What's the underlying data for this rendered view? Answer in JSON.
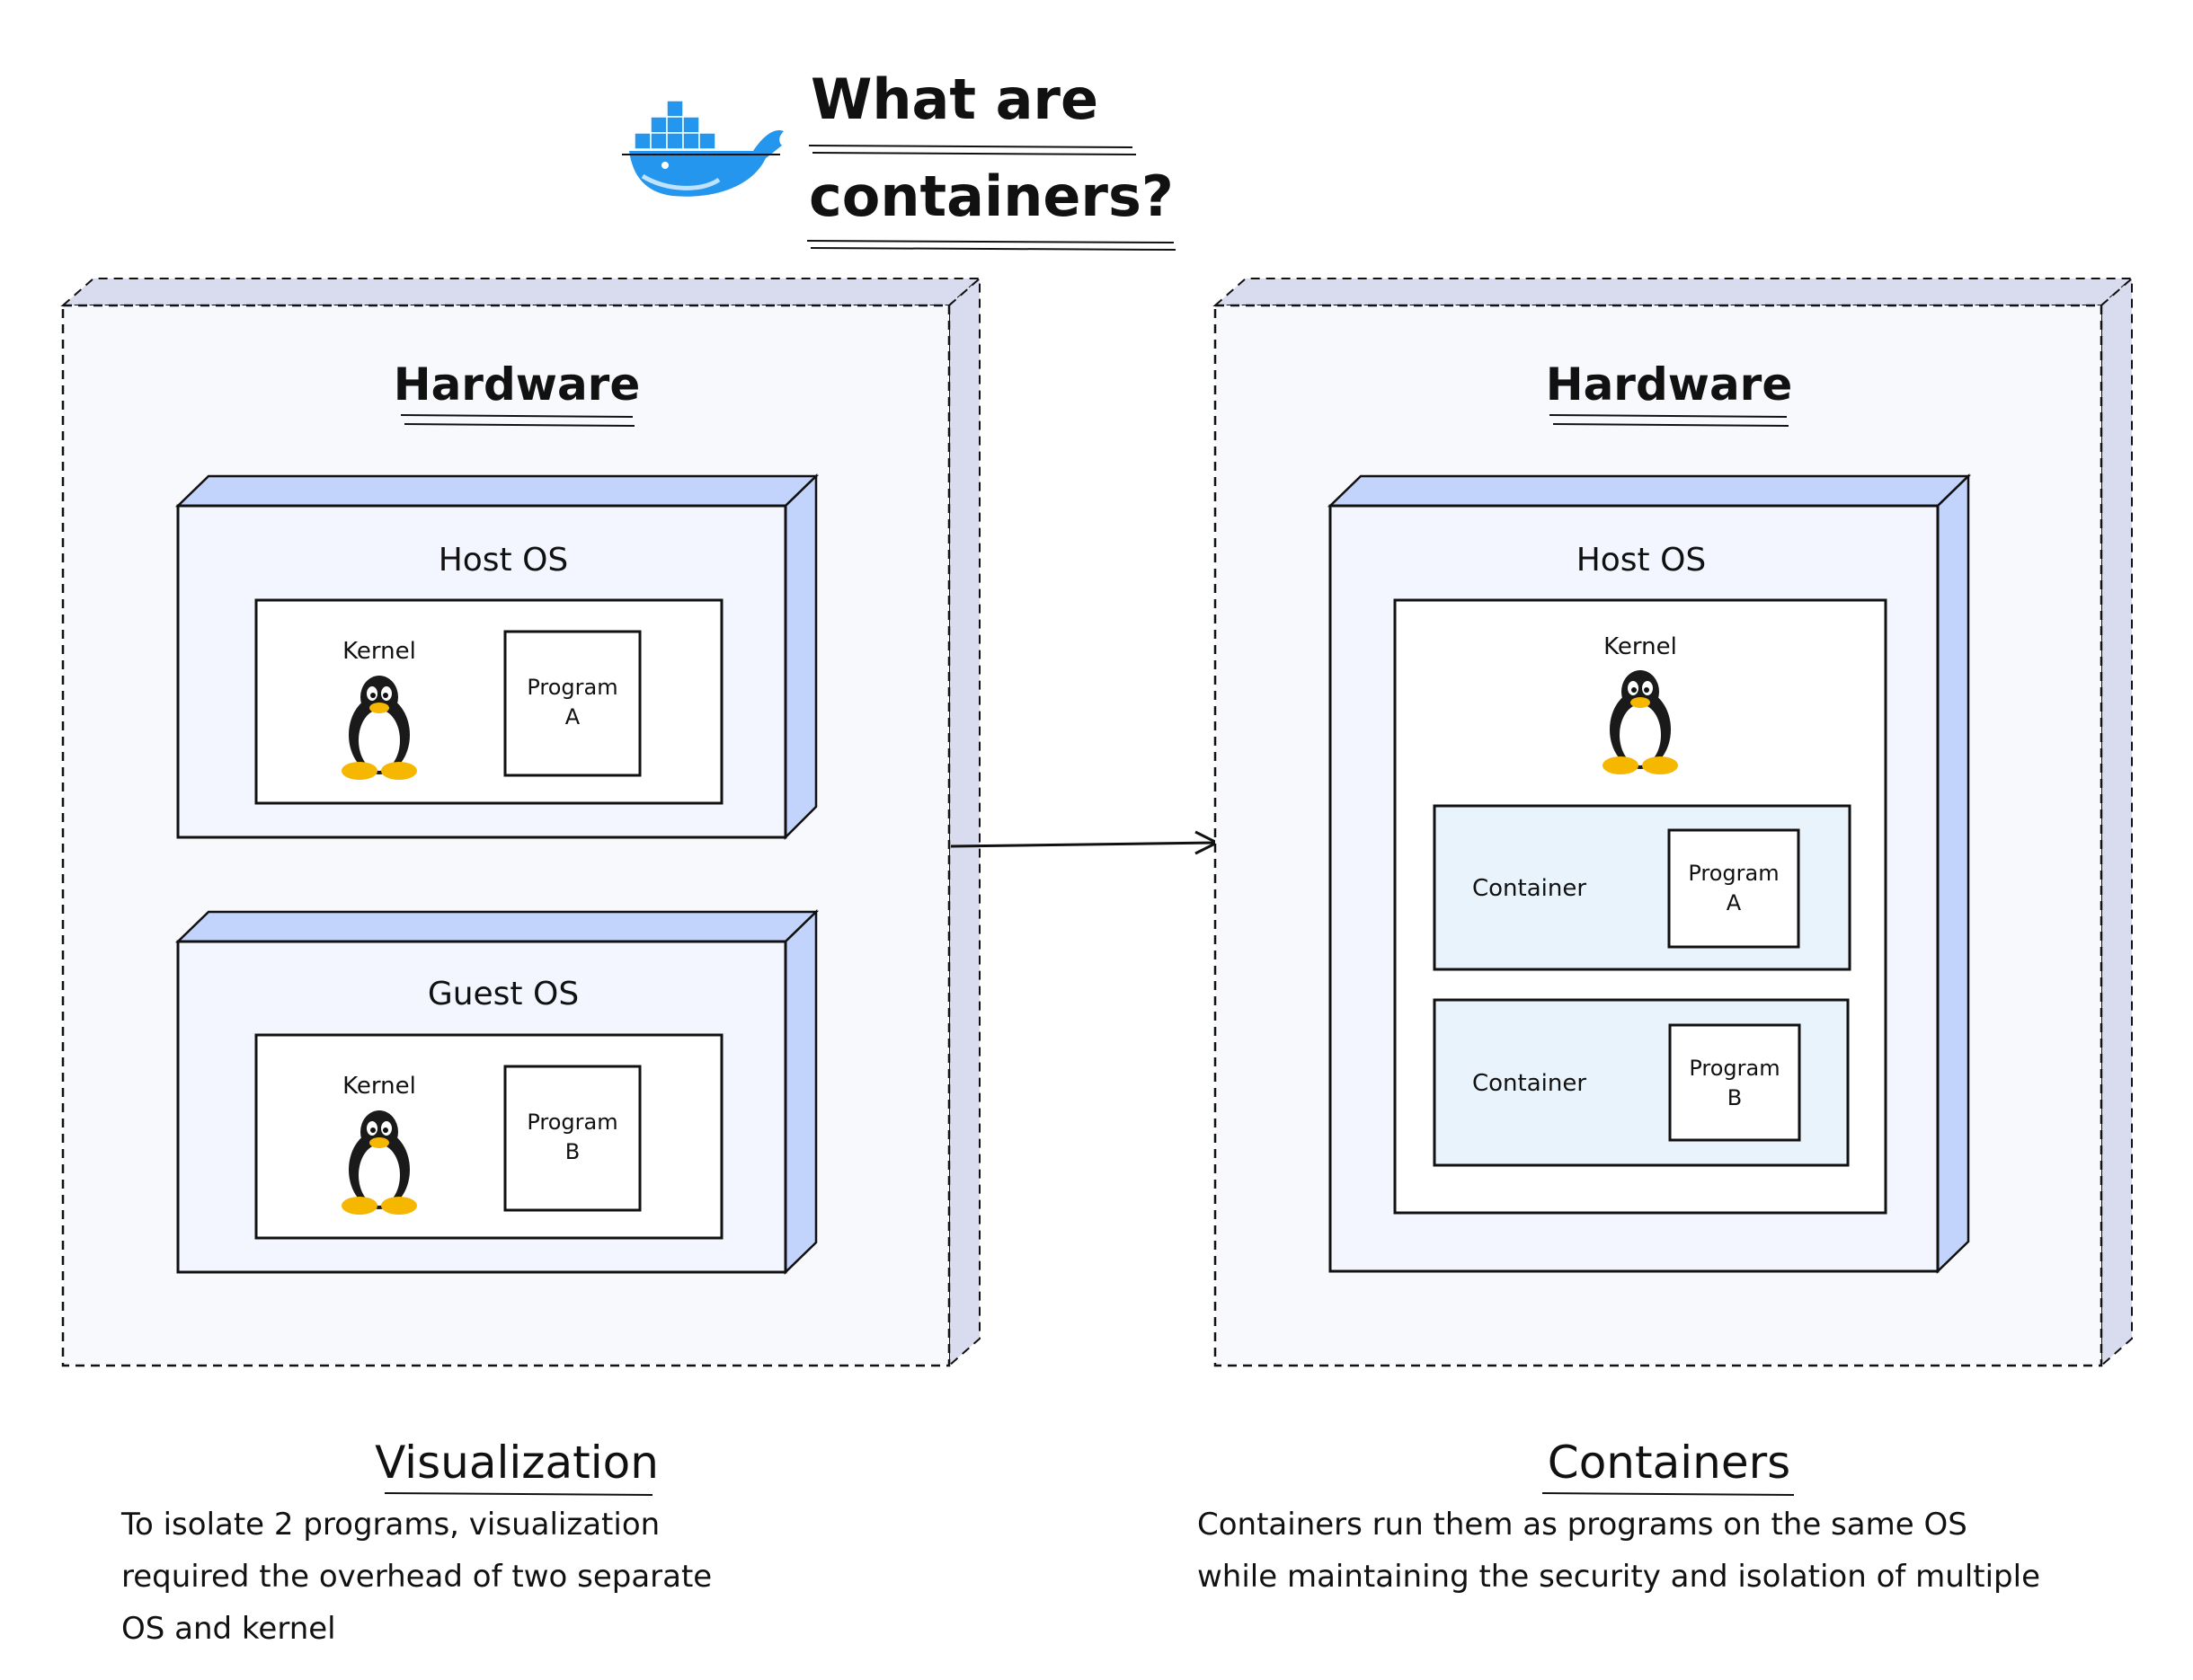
{
  "title": {
    "line1": "What are",
    "line2": "containers?"
  },
  "icons": {
    "logo": "docker-whale-icon",
    "kernel": "linux-tux-icon"
  },
  "colors": {
    "outer_fill": "#f8f9fd",
    "outer_side": "#d9dcef",
    "os_fill": "#f3f6ff",
    "os_side": "#c2d4fb",
    "container_fill": "#e9f3fc",
    "docker_blue": "#2496ed"
  },
  "left": {
    "hardware_label": "Hardware",
    "host_os": {
      "label": "Host OS",
      "kernel_label": "Kernel",
      "program_line1": "Program",
      "program_line2": "A"
    },
    "guest_os": {
      "label": "Guest OS",
      "kernel_label": "Kernel",
      "program_line1": "Program",
      "program_line2": "B"
    },
    "section_title": "Visualization",
    "description": [
      "To isolate 2 programs, visualization",
      "required the overhead of two separate",
      "OS and kernel"
    ]
  },
  "right": {
    "hardware_label": "Hardware",
    "host_os_label": "Host OS",
    "kernel_label": "Kernel",
    "containers": [
      {
        "label": "Container",
        "program_line1": "Program",
        "program_line2": "A"
      },
      {
        "label": "Container",
        "program_line1": "Program",
        "program_line2": "B"
      }
    ],
    "section_title": "Containers",
    "description": [
      "Containers run them as programs on the same OS",
      "while maintaining the security and isolation of multiple"
    ]
  }
}
